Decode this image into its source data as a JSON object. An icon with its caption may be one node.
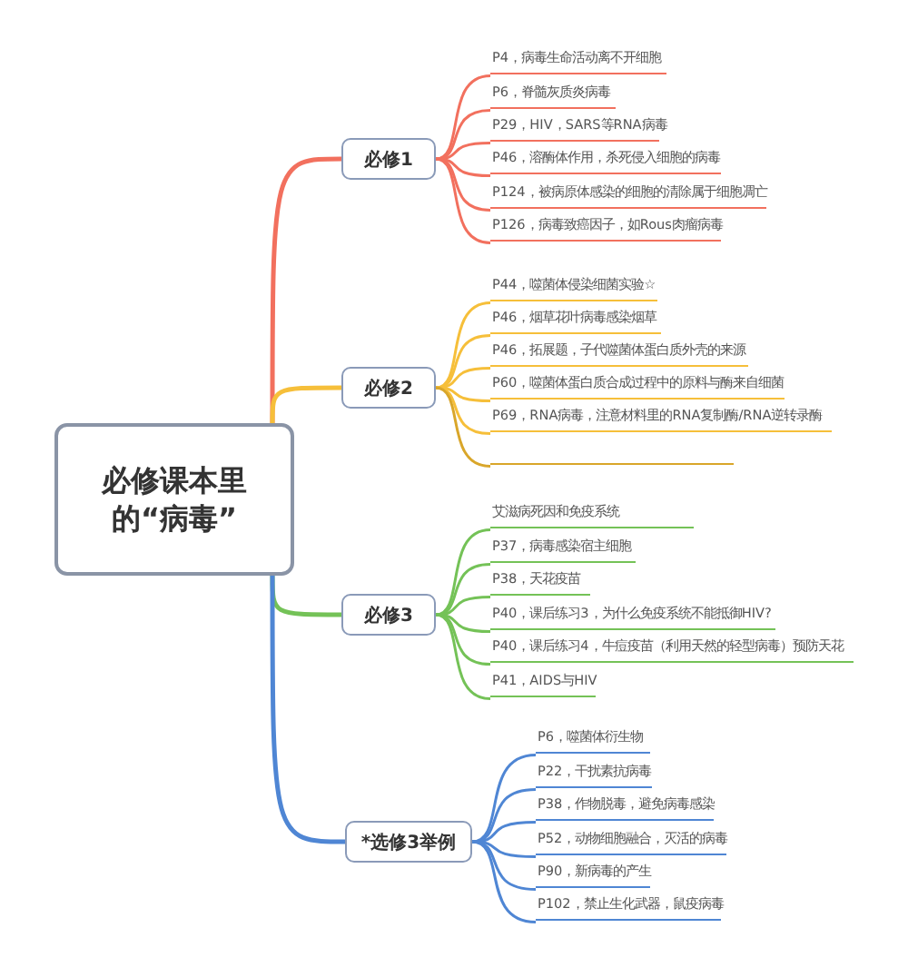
{
  "diagram": {
    "nodes": [
      {
        "text": [
          "必修课本里的“病毒”"
        ]
      },
      {
        "text": [
          "必修1"
        ]
      },
      {
        "text": [
          "P4，病毒生命活动离不开细胞"
        ]
      },
      {
        "text": [
          "P6，脊髓灰质炎病毒"
        ]
      },
      {
        "text": [
          "P29，HIV，SARS等RNA病毒"
        ]
      },
      {
        "text": [
          "P46，溶酶体作用，杀死侵入细胞的病毒"
        ]
      },
      {
        "text": [
          "P124，被病原体感染的细胞的清除属于细胞凋亡"
        ]
      },
      {
        "text": [
          "P126，病毒致癌因子，如Rous肉瘤病毒"
        ]
      },
      {
        "text": [
          "必修2"
        ]
      },
      {
        "text": [
          "P44，噬菌体侵染细菌实验☆"
        ]
      },
      {
        "text": [
          "P46，烟草花叶病毒感染烟草"
        ]
      },
      {
        "text": [
          "P46，拓展题，子代噬菌体蛋白质外壳的来源"
        ]
      },
      {
        "text": [
          "P60，噬菌体蛋白质合成过程中的原料与酶来自细菌"
        ]
      },
      {
        "text": [
          "P69，RNA病毒，注意材料里的RNA复制酶/RNA逆转录酶"
        ]
      },
      {
        "text": [],
        "shape": "bar"
      },
      {
        "text": [
          "必修3"
        ]
      },
      {
        "text": [
          "艾滋病死因和免疫系统"
        ]
      },
      {
        "text": [
          "P37，病毒感染宿主细胞"
        ]
      },
      {
        "text": [
          "P38，天花疫苗"
        ]
      },
      {
        "text": [
          "P40，课后练习3，为什么免疫系统不能抵御HIV?"
        ]
      },
      {
        "text": [
          "P40，课后练习4，牛痘疫苗（利用天然的轻型病毒）预防天花"
        ]
      },
      {
        "text": [
          "P41，AIDS与HIV"
        ]
      },
      {
        "text": [
          "*选修3举例"
        ]
      },
      {
        "text": [
          "P6，噬菌体衍生物"
        ]
      },
      {
        "text": [
          "P22，干扰素抗病毒"
        ]
      },
      {
        "text": [
          "P38，作物脱毒，避免病毒感染"
        ]
      },
      {
        "text": [
          "P52，动物细胞融合，灭活的病毒"
        ]
      },
      {
        "text": [
          "P90，新病毒的产生"
        ]
      },
      {
        "text": [
          "P102，禁止生化武器，鼠疫病毒"
        ]
      }
    ],
    "edges": [
      {
        "from": 0,
        "to": 1,
        "arrow": "none",
        "color": "#f2705e"
      },
      {
        "from": 1,
        "to": 2,
        "arrow": "none",
        "color": "#f2705e"
      },
      {
        "from": 1,
        "to": 3,
        "arrow": "none",
        "color": "#f2705e"
      },
      {
        "from": 1,
        "to": 4,
        "arrow": "none",
        "color": "#f2705e"
      },
      {
        "from": 1,
        "to": 5,
        "arrow": "none",
        "color": "#f2705e"
      },
      {
        "from": 1,
        "to": 6,
        "arrow": "none",
        "color": "#f2705e"
      },
      {
        "from": 1,
        "to": 7,
        "arrow": "none",
        "color": "#f2705e"
      },
      {
        "from": 0,
        "to": 8,
        "arrow": "none",
        "color": "#f6bf3a"
      },
      {
        "from": 8,
        "to": 9,
        "arrow": "none",
        "color": "#f6bf3a"
      },
      {
        "from": 8,
        "to": 10,
        "arrow": "none",
        "color": "#f6bf3a"
      },
      {
        "from": 8,
        "to": 11,
        "arrow": "none",
        "color": "#f6bf3a"
      },
      {
        "from": 8,
        "to": 12,
        "arrow": "none",
        "color": "#f6bf3a"
      },
      {
        "from": 8,
        "to": 13,
        "arrow": "none",
        "color": "#f6bf3a"
      },
      {
        "from": 8,
        "to": 14,
        "arrow": "none",
        "color": "#d9a62a"
      },
      {
        "from": 0,
        "to": 15,
        "arrow": "none",
        "color": "#74c257"
      },
      {
        "from": 15,
        "to": 16,
        "arrow": "none",
        "color": "#74c257"
      },
      {
        "from": 15,
        "to": 17,
        "arrow": "none",
        "color": "#74c257"
      },
      {
        "from": 15,
        "to": 18,
        "arrow": "none",
        "color": "#74c257"
      },
      {
        "from": 15,
        "to": 19,
        "arrow": "none",
        "color": "#74c257"
      },
      {
        "from": 15,
        "to": 20,
        "arrow": "none",
        "color": "#74c257"
      },
      {
        "from": 15,
        "to": 21,
        "arrow": "none",
        "color": "#74c257"
      },
      {
        "from": 0,
        "to": 22,
        "arrow": "none",
        "color": "#4f86d4"
      },
      {
        "from": 22,
        "to": 23,
        "arrow": "none",
        "color": "#4f86d4"
      },
      {
        "from": 22,
        "to": 24,
        "arrow": "none",
        "color": "#4f86d4"
      },
      {
        "from": 22,
        "to": 25,
        "arrow": "none",
        "color": "#4f86d4"
      },
      {
        "from": 22,
        "to": 26,
        "arrow": "none",
        "color": "#4f86d4"
      },
      {
        "from": 22,
        "to": 27,
        "arrow": "none",
        "color": "#4f86d4"
      },
      {
        "from": 22,
        "to": 28,
        "arrow": "none",
        "color": "#4f86d4"
      }
    ]
  }
}
